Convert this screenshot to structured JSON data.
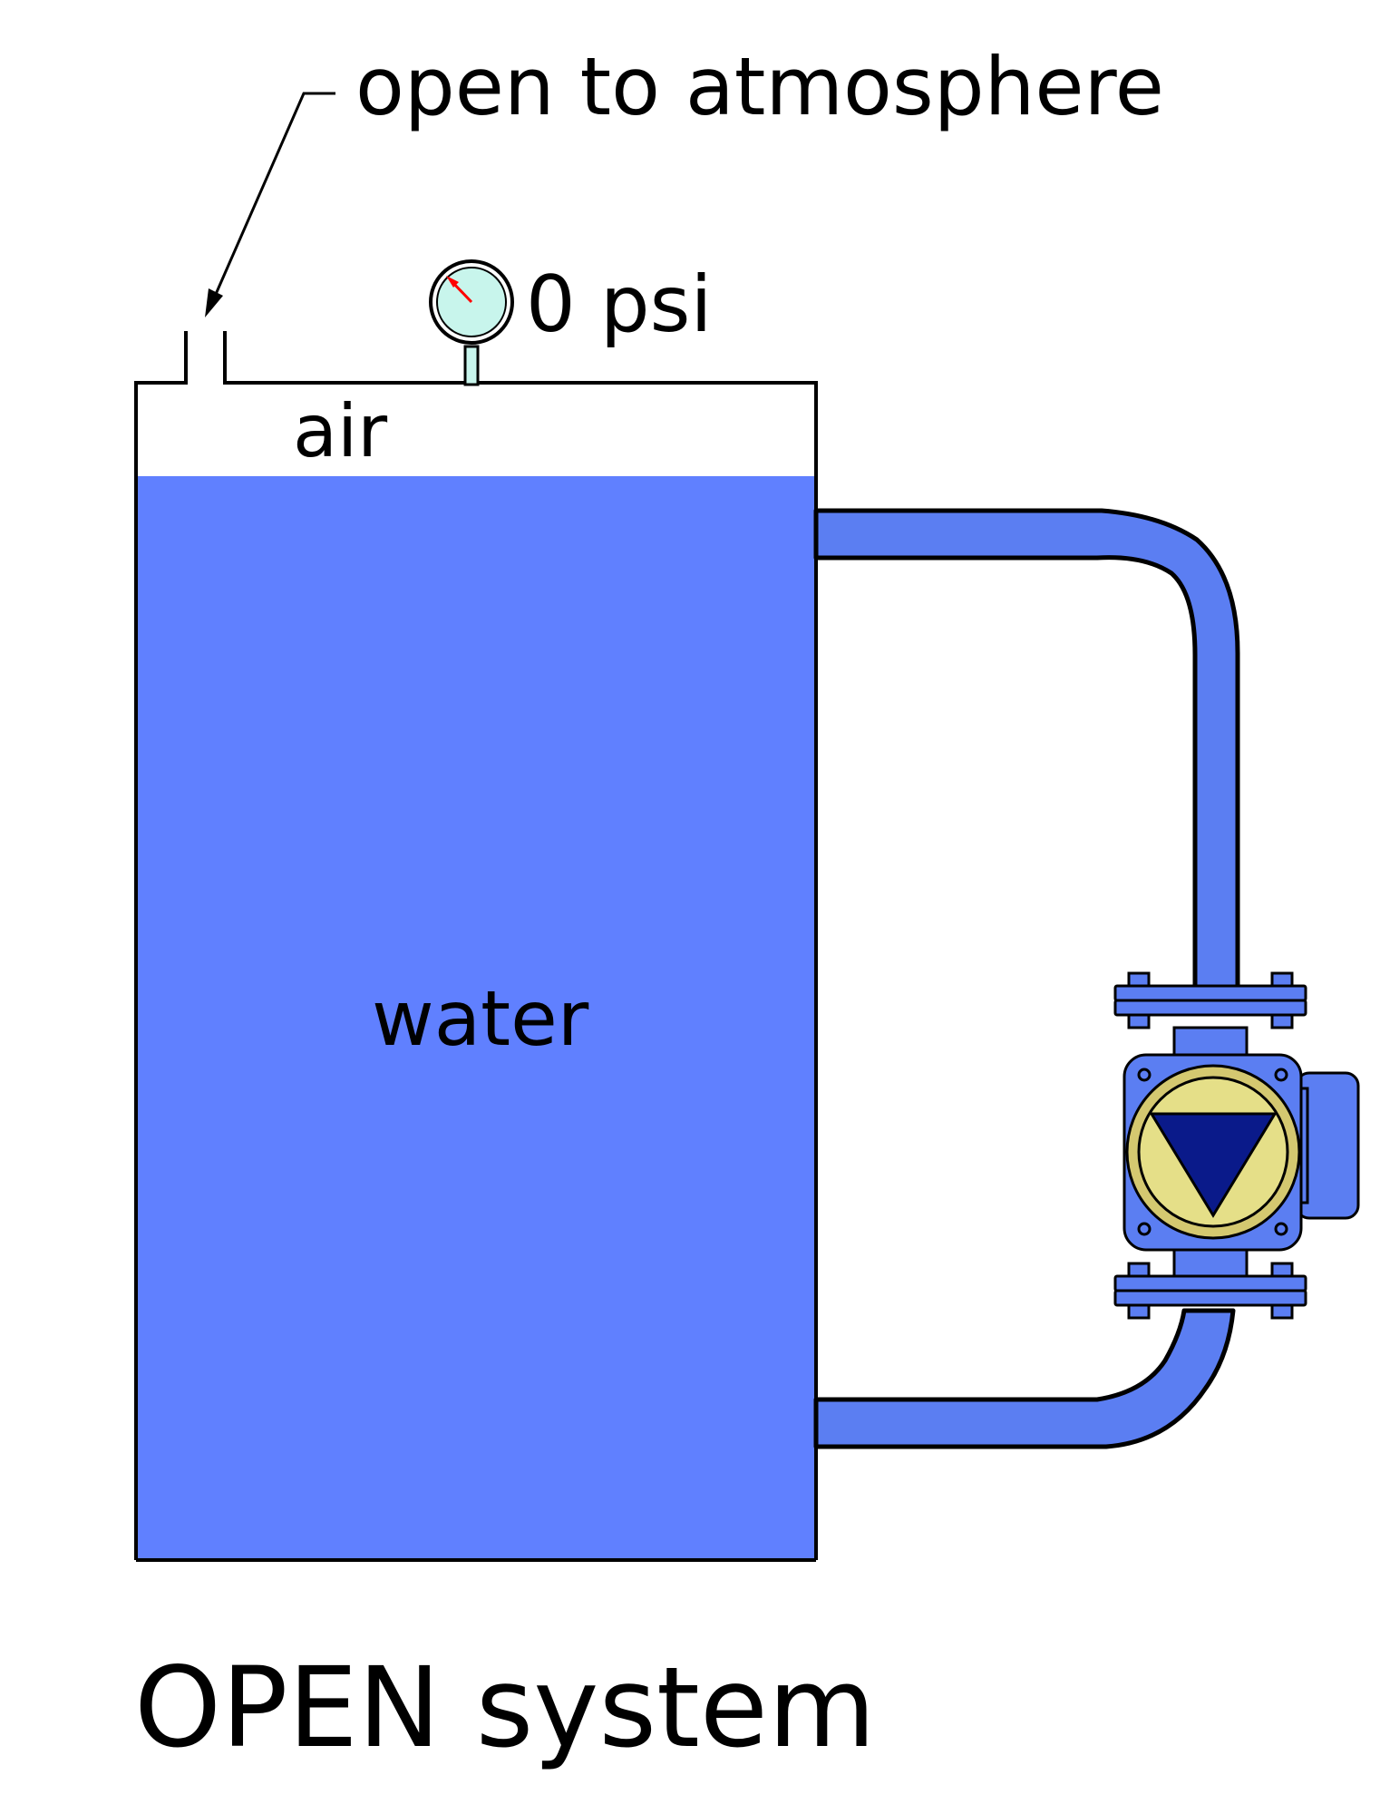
{
  "labels": {
    "vent": "open to atmosphere",
    "gauge_reading": "0 psi",
    "air": "air",
    "water": "water",
    "title": "OPEN system"
  },
  "colors": {
    "water": "#6080ff",
    "pipe": "#5b7ef2",
    "gauge_face": "#c8f5ec",
    "gauge_needle": "#ff0000",
    "meter_body": "#5b7ef2",
    "meter_ring": "#d4c870",
    "meter_ring_inner": "#e5df88",
    "meter_triangle": "#0a1a8a",
    "outline": "#000000"
  },
  "icons": {
    "gauge": "pressure-gauge-icon",
    "meter": "flowmeter-icon",
    "arrow": "leader-arrow"
  }
}
